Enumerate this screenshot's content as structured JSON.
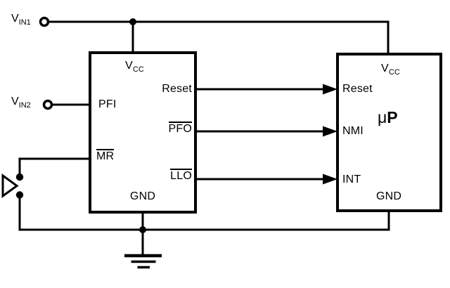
{
  "diagram": {
    "colors": {
      "line": "#000000",
      "background": "#ffffff"
    },
    "inputs": {
      "vin1": {
        "main": "V",
        "sub": "IN1"
      },
      "vin2": {
        "main": "V",
        "sub": "IN2"
      }
    },
    "supervisor": {
      "pins": {
        "vcc": {
          "main": "V",
          "sub": "CC"
        },
        "pfi": "PFI",
        "reset": "Reset",
        "pfo": "PFO",
        "llo": "LLO",
        "mr": "MR",
        "gnd": "GND"
      }
    },
    "microprocessor": {
      "name": {
        "mu": "μ",
        "p": "P"
      },
      "pins": {
        "vcc": {
          "main": "V",
          "sub": "CC"
        },
        "reset": "Reset",
        "nmi": "NMI",
        "int": "INT",
        "gnd": "GND"
      }
    },
    "connections": [
      {
        "from": "Reset",
        "to": "Reset"
      },
      {
        "from": "PFO",
        "to": "NMI"
      },
      {
        "from": "LLO",
        "to": "INT"
      }
    ]
  }
}
